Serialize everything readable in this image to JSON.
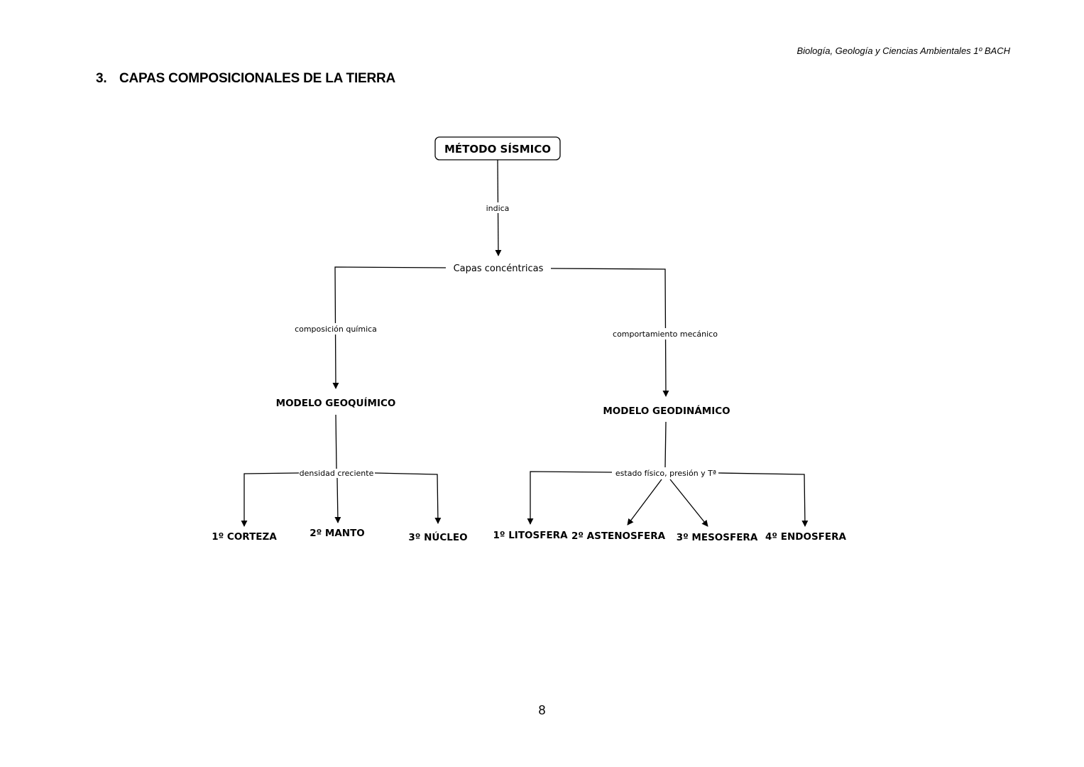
{
  "header": {
    "subject": "Biología, Geología y Ciencias Ambientales 1º BACH"
  },
  "section": {
    "number": "3.",
    "title": "CAPAS COMPOSICIONALES DE LA TIERRA"
  },
  "diagram": {
    "root": "MÉTODO SÍSMICO",
    "root_link": "indica",
    "center": "Capas concéntricas",
    "left_link": "composición química",
    "right_link": "comportamiento mecánico",
    "left_model": "MODELO GEOQUÍMICO",
    "right_model": "MODELO GEODINÁMICO",
    "left_sub_link": "densidad creciente",
    "right_sub_link": "estado físico, presión y Tª",
    "geochemical_layers": [
      "1º CORTEZA",
      "2º MANTO",
      "3º NÚCLEO"
    ],
    "geodynamic_layers": [
      "1º LITOSFERA",
      "2º ASTENOSFERA",
      "3º MESOSFERA",
      "4º ENDOSFERA"
    ]
  },
  "footer": {
    "page_number": "8"
  }
}
